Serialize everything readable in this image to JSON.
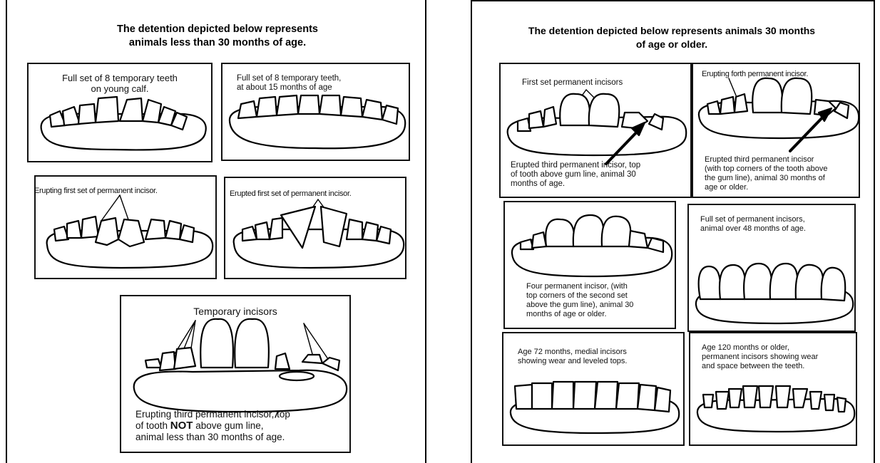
{
  "left": {
    "heading_line1": "The detention depicted below represents",
    "heading_line2": "animals less than 30 months of age.",
    "panels": [
      {
        "caption_line1": "Full set of 8 temporary teeth",
        "caption_line2": "on young calf."
      },
      {
        "caption_line1": "Full set of 8 temporary teeth,",
        "caption_line2": "at about 15 months of age"
      },
      {
        "caption": "Erupting first set of permanent incisor."
      },
      {
        "caption": "Erupted first set of permanent incisor."
      }
    ],
    "bottom_panel": {
      "label": "Temporary incisors",
      "caption_line1": "Erupting third permanent incisor, top",
      "caption_line2_pre": "of tooth ",
      "caption_line2_bold": "NOT",
      "caption_line2_post": " above gum line,",
      "caption_line3": "animal less than 30 months of age."
    }
  },
  "right": {
    "heading_line1": "The detention depicted below represents animals 30 months",
    "heading_line2": "of age or older.",
    "panels": [
      {
        "label": "First set permanent incisors",
        "caption_line1": "Erupted third permanent incisor, top",
        "caption_line2": "of tooth above gum line, animal 30",
        "caption_line3": "months of age."
      },
      {
        "label": "Erupting forth permanent incisor.",
        "caption_line1": "Erupted third permanent incisor",
        "caption_line2": "(with top corners of the tooth above",
        "caption_line3": "the gum line), animal 30 months of",
        "caption_line4": "age or older."
      },
      {
        "caption_line1": "Four permanent incisor, (with",
        "caption_line2": "top corners of the second set",
        "caption_line3": "above the gum line), animal 30",
        "caption_line4": "months of age or older."
      },
      {
        "caption_line1": "Full set of permanent incisors,",
        "caption_line2": "animal over 48 months of age."
      },
      {
        "caption_line1": "Age 72 months, medial incisors",
        "caption_line2": "showing wear and leveled tops."
      },
      {
        "caption_line1": "Age 120 months or older,",
        "caption_line2": "permanent incisors showing wear",
        "caption_line3": "and space between the teeth."
      }
    ]
  }
}
